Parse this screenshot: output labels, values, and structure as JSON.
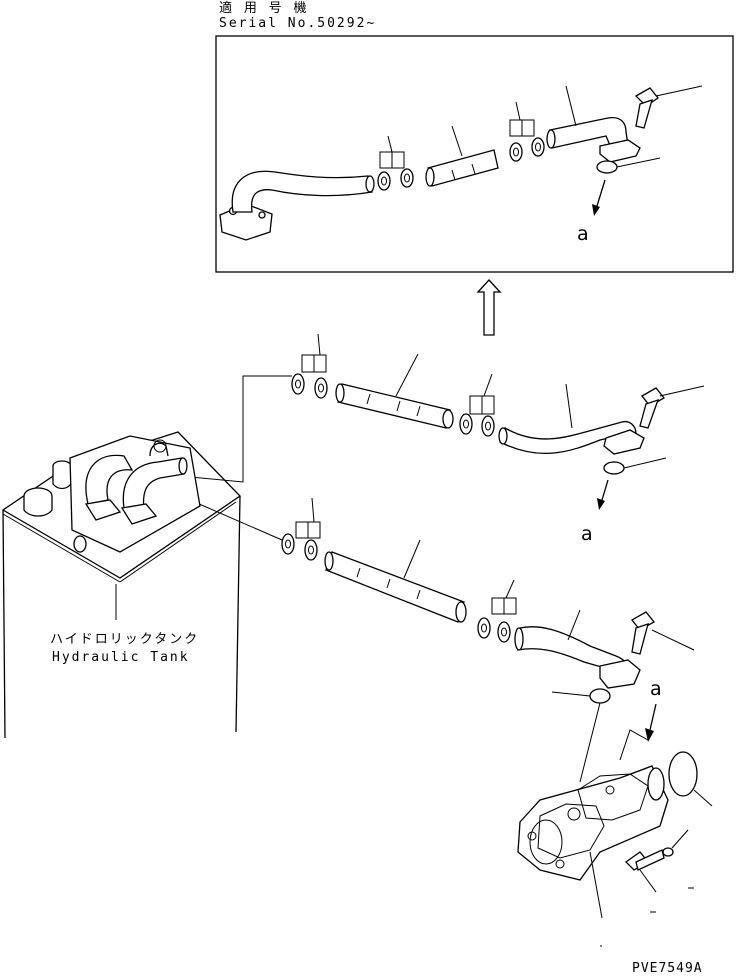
{
  "header": {
    "applicable_model_jp": "適 用 号 機",
    "serial_number": "Serial No.50292~"
  },
  "callouts": {
    "a_detail": "a",
    "a_upper": "a",
    "a_lower": "a"
  },
  "tank_label": {
    "japanese": "ハイドロリックタンク",
    "english": "Hydraulic Tank"
  },
  "drawing_code": "PVE7549A"
}
